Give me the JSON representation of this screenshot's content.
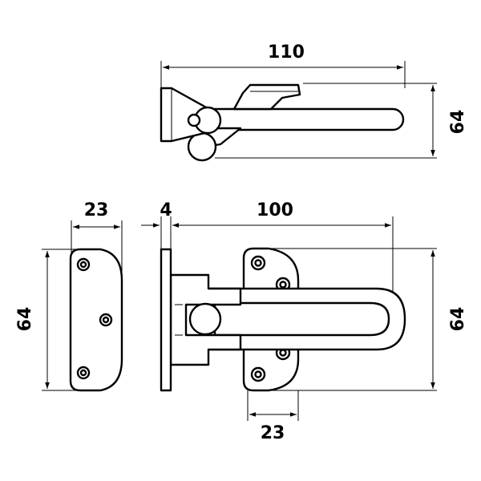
{
  "dimensions": {
    "top_length": "110",
    "top_height": "64",
    "plate_width": "23",
    "plate_height": "64",
    "thickness": "4",
    "arm_length": "100",
    "right_height": "64",
    "bracket_width": "23"
  }
}
